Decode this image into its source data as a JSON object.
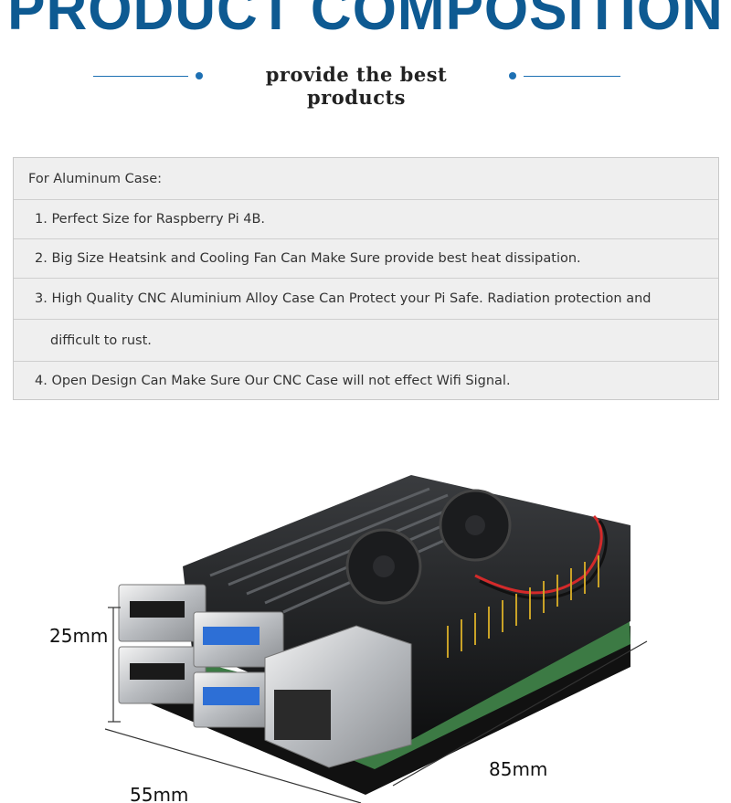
{
  "header": {
    "title": "PRODUCT COMPOSITION",
    "subtitle": "provide the best products"
  },
  "spec": {
    "heading": "For Aluminum Case:",
    "items": [
      "1. Perfect Size for Raspberry Pi 4B.",
      "2. Big Size Heatsink and Cooling Fan Can Make Sure provide best heat dissipation.",
      "3. High Quality CNC Aluminium Alloy Case Can Protect your Pi Safe. Radiation protection and",
      "difficult to rust.",
      "4. Open Design Can Make Sure Our CNC Case will not effect Wifi Signal."
    ]
  },
  "product": {
    "dim_height": "25mm",
    "dim_length": "85mm",
    "dim_width": "55mm"
  },
  "colors": {
    "title": "#0e5a92",
    "accent": "#1d70b3",
    "table_bg": "#efefef"
  }
}
